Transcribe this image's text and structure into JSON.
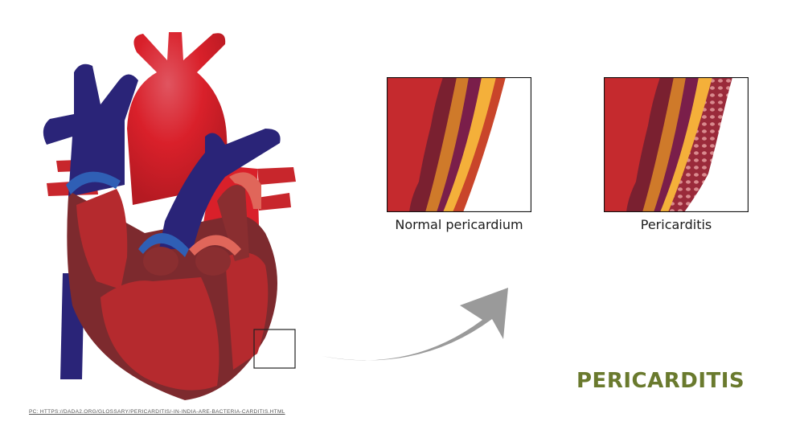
{
  "title": "PERICARDITIS",
  "credit": "PC: HTTPS://DADA2.ORG/GLOSSARY/PERICARDITIS/-IN-INDIA-ARE-BACTERIA-CARDITIS.HTML",
  "panels": [
    {
      "label": "Normal pericardium"
    },
    {
      "label": "Pericarditis"
    }
  ],
  "colors": {
    "heart_dark": "#7d2a2e",
    "heart_mid": "#b52a2e",
    "artery_red": "#d9202a",
    "vein_blue": "#2a2478",
    "valve_blue": "#2f5fb5",
    "valve_salmon": "#e0665a",
    "layer_maroon": "#7a2030",
    "layer_orange": "#cf7a2a",
    "layer_purple": "#7a1e4a",
    "layer_yellow": "#f4b03a",
    "layer_rust": "#c9452a",
    "arrow_gray": "#9a9a9a",
    "title_olive": "#6a7a2e"
  }
}
